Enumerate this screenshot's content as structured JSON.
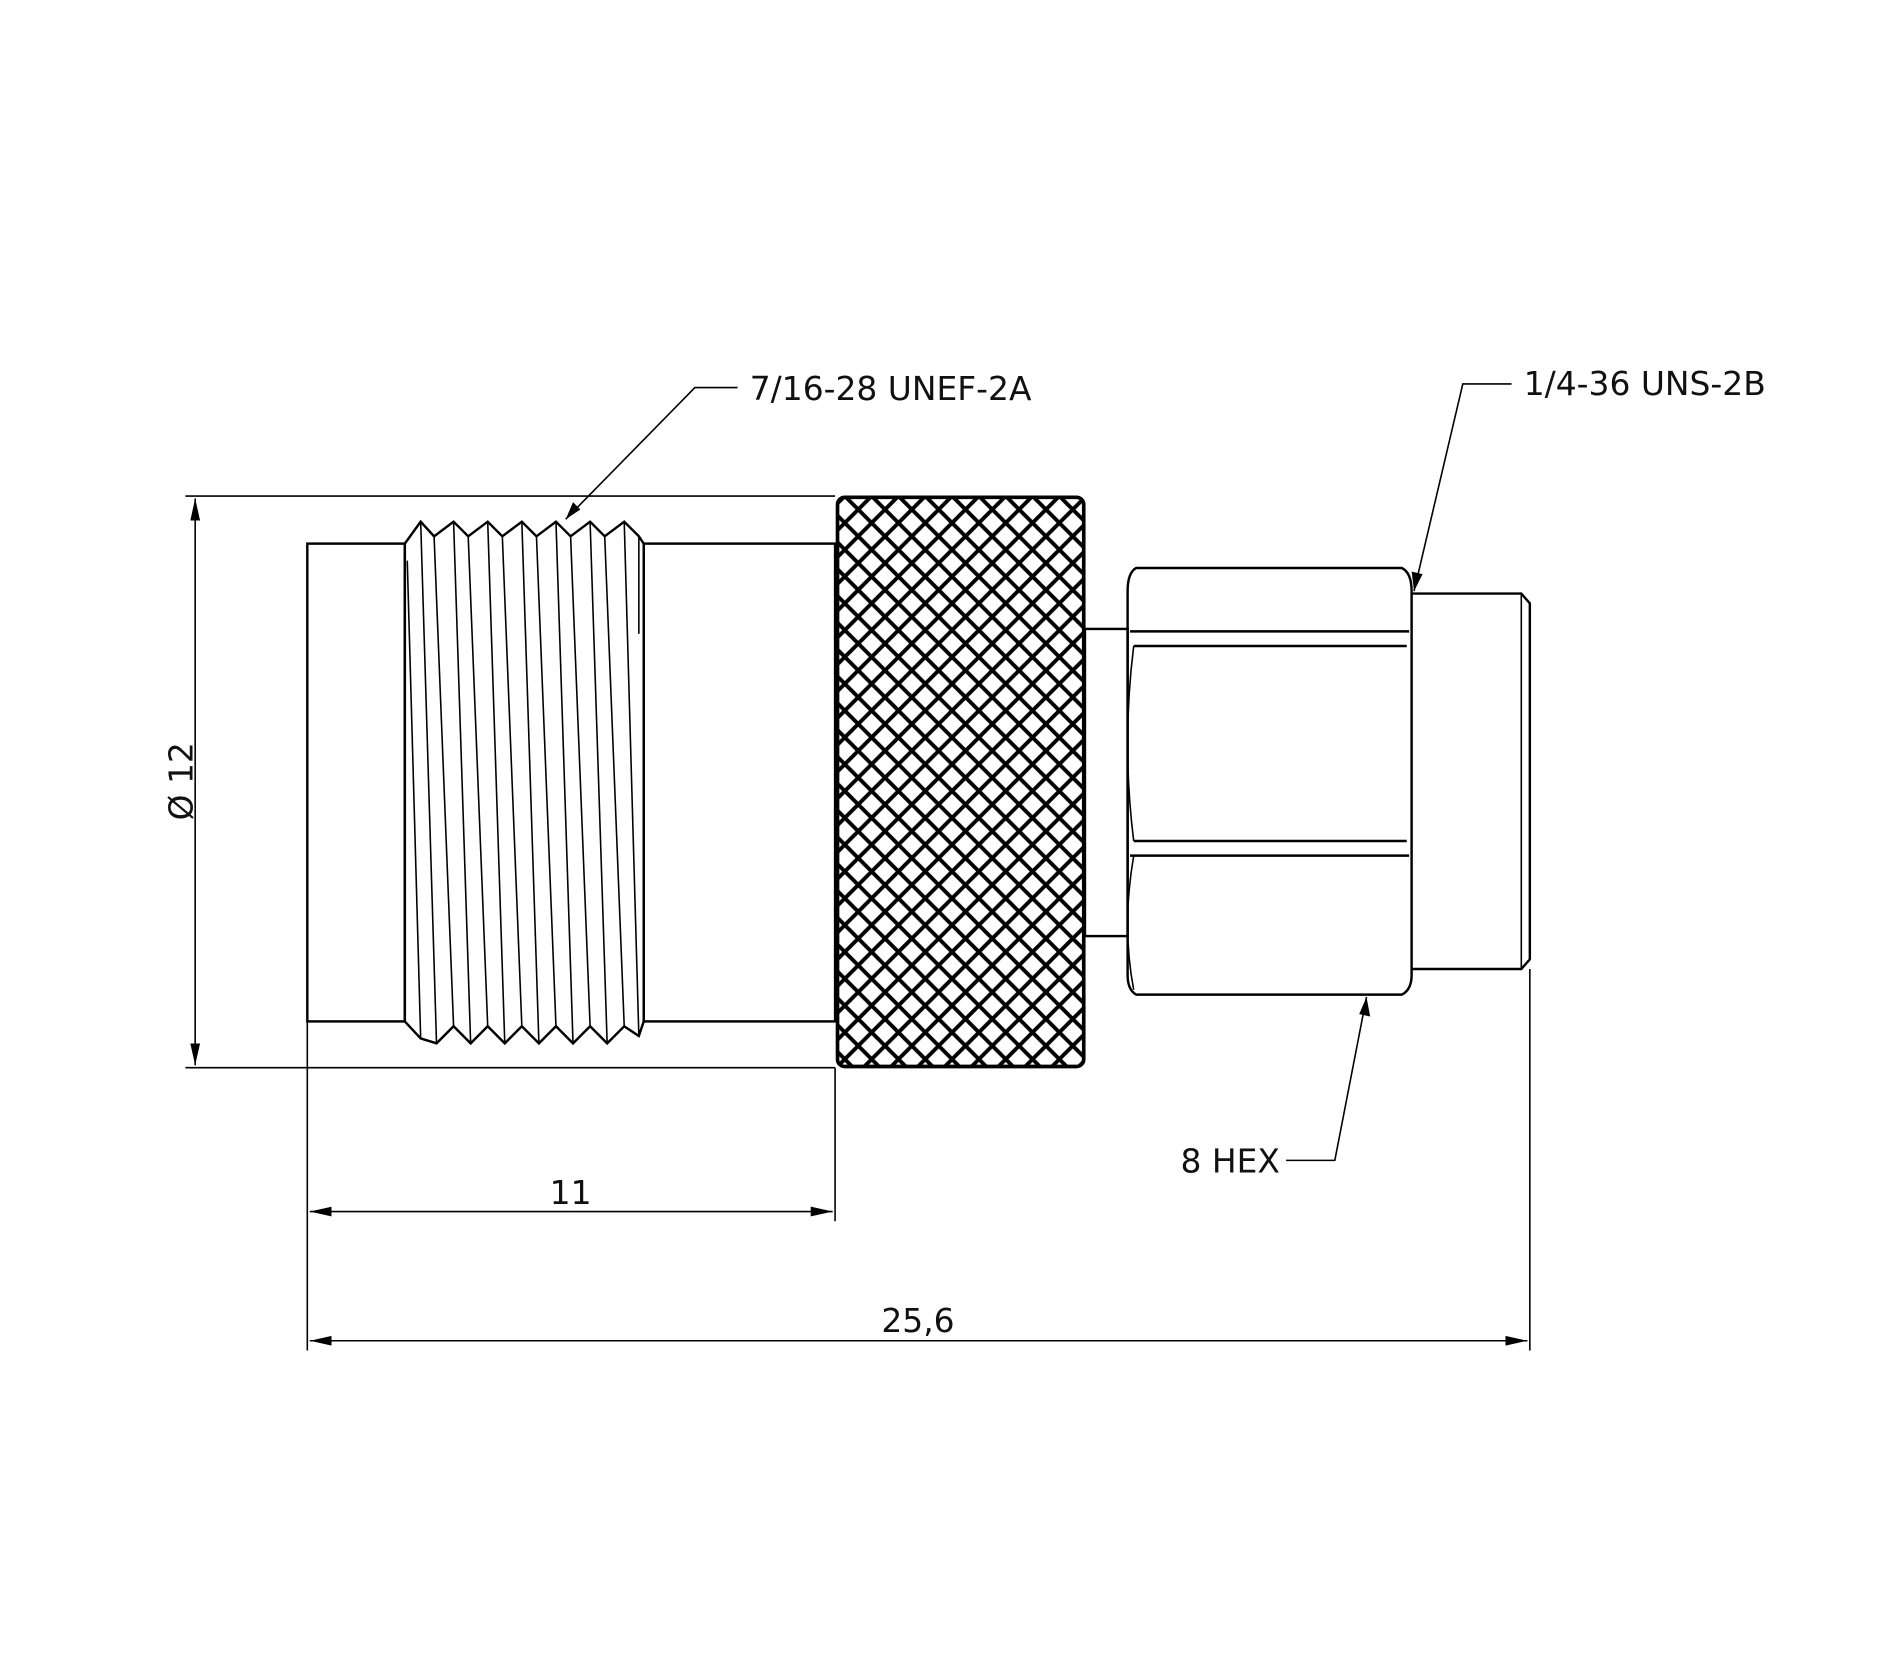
{
  "callouts": {
    "thread_male": "7/16-28 UNEF-2A",
    "thread_female": "1/4-36 UNS-2B",
    "hex": "8 HEX"
  },
  "dimensions": {
    "diameter": "Ø 12",
    "length_body": "11",
    "length_total": "25,6"
  },
  "colors": {
    "line": "#000000",
    "background": "#ffffff"
  }
}
